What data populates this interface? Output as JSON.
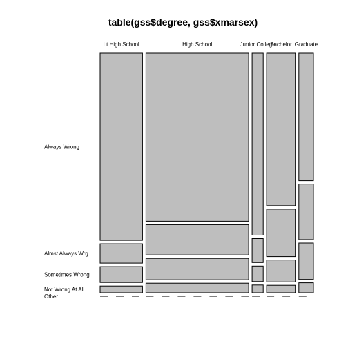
{
  "chart_data": {
    "type": "mosaic",
    "title": "table(gss$degree, gss$xmarsex)",
    "columns": [
      "Lt High School",
      "High School",
      "Junior College",
      "Bachelor",
      "Graduate"
    ],
    "rows": [
      "Always Wrong",
      "Almst Always Wrg",
      "Sometimes Wrong",
      "Not Wrong At All",
      "Other"
    ],
    "column_proportions": [
      0.214,
      0.518,
      0.056,
      0.145,
      0.074
    ],
    "cell_proportions": [
      [
        0.775,
        0.08,
        0.066,
        0.028,
        0.0
      ],
      [
        0.706,
        0.127,
        0.09,
        0.04,
        0.0
      ],
      [
        0.773,
        0.102,
        0.066,
        0.033,
        0.0
      ],
      [
        0.656,
        0.204,
        0.094,
        0.032,
        0.0
      ],
      [
        0.54,
        0.235,
        0.154,
        0.042,
        0.0
      ]
    ],
    "tile_color": "#bebebe",
    "border_color": "#000000"
  }
}
